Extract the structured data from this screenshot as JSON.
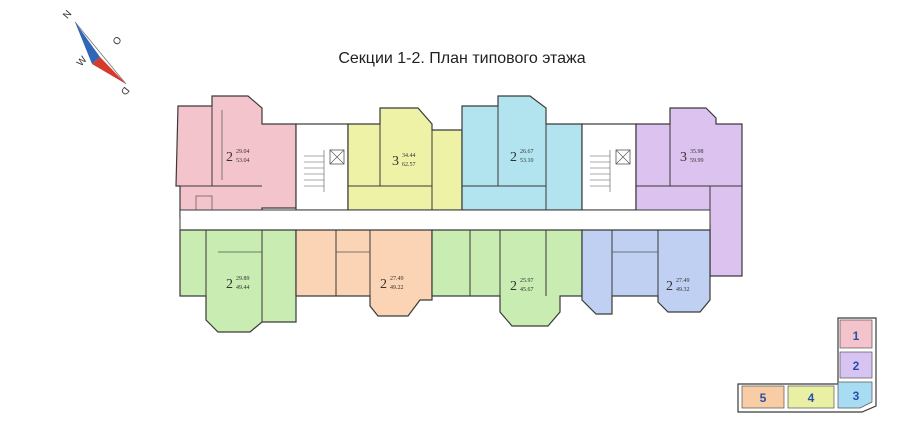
{
  "title": "Секции 1-2. План типового этажа",
  "compass": {
    "letters": [
      "N",
      "O",
      "W",
      "D"
    ],
    "north_color": "#2f66b8",
    "south_color": "#d63a2c"
  },
  "colors": {
    "pink": "#f4c4cc",
    "yellow": "#eef2a6",
    "cyan": "#b2e4ef",
    "violet": "#dcc2ee",
    "green": "#c8ecb2",
    "orange": "#fad4b4",
    "blue": "#bfd0f2",
    "white": "#ffffff",
    "wall": "#3a3a3a"
  },
  "apartments": [
    {
      "id": "top-1",
      "rooms": "2",
      "area_top": "29.04",
      "area_bottom": "53.04"
    },
    {
      "id": "top-2",
      "rooms": "3",
      "area_top": "34.44",
      "area_bottom": "62.57"
    },
    {
      "id": "top-3",
      "rooms": "2",
      "area_top": "26.67",
      "area_bottom": "53.10"
    },
    {
      "id": "top-4",
      "rooms": "3",
      "area_top": "35.98",
      "area_bottom": "59.99"
    },
    {
      "id": "bottom-1",
      "rooms": "2",
      "area_top": "29.89",
      "area_bottom": "49.44"
    },
    {
      "id": "bottom-2",
      "rooms": "2",
      "area_top": "27.49",
      "area_bottom": "49.22"
    },
    {
      "id": "bottom-3",
      "rooms": "2",
      "area_top": "25.97",
      "area_bottom": "45.67"
    },
    {
      "id": "bottom-4",
      "rooms": "2",
      "area_top": "27.49",
      "area_bottom": "49.32"
    }
  ],
  "key_plan": {
    "sections": [
      "1",
      "2",
      "3",
      "4",
      "5"
    ],
    "colors": [
      "#f4c4cc",
      "#d8c4f2",
      "#a8dcf2",
      "#e9f0a4",
      "#f8cca4"
    ]
  }
}
